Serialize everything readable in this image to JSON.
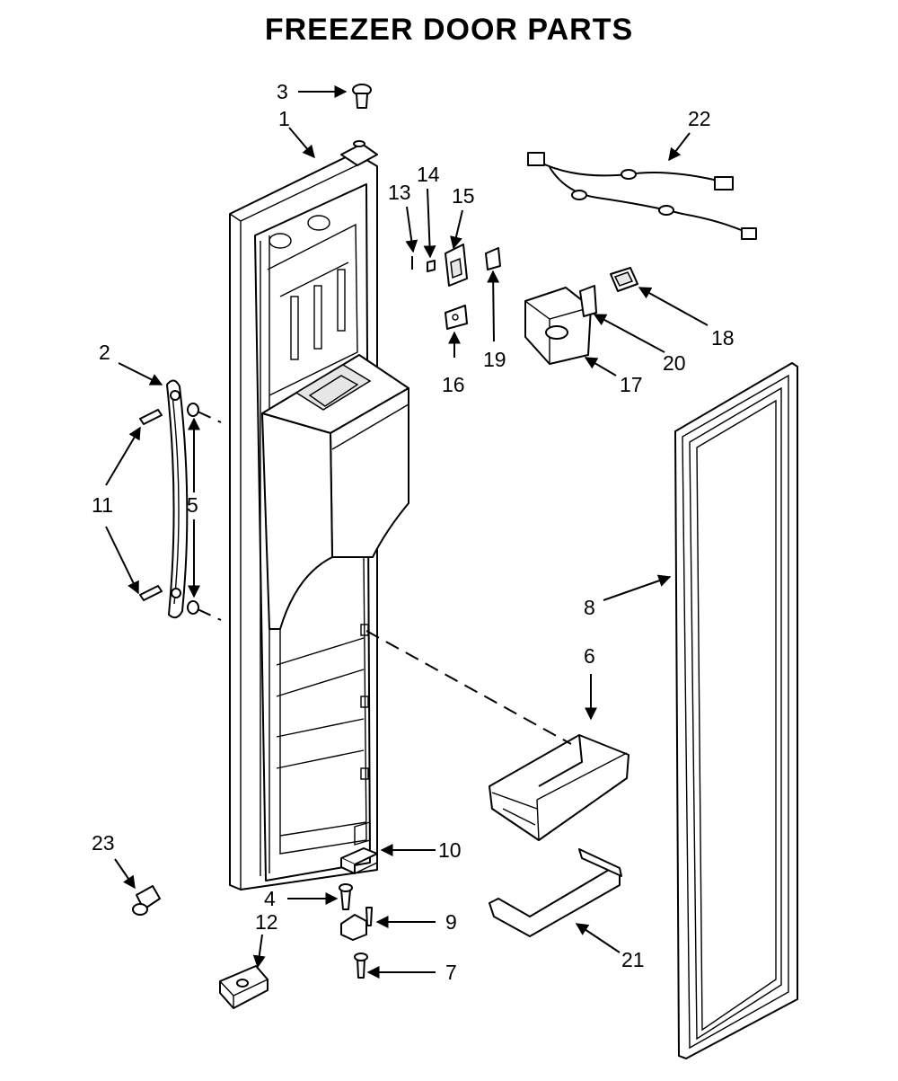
{
  "title": "FREEZER DOOR PARTS",
  "callouts": {
    "p1": "1",
    "p2": "2",
    "p3": "3",
    "p4": "4",
    "p5": "5",
    "p6": "6",
    "p7": "7",
    "p8": "8",
    "p9": "9",
    "p10": "10",
    "p11": "11",
    "p12": "12",
    "p13": "13",
    "p14": "14",
    "p15": "15",
    "p16": "16",
    "p17": "17",
    "p18": "18",
    "p19": "19",
    "p20": "20",
    "p21": "21",
    "p22": "22",
    "p23": "23"
  }
}
